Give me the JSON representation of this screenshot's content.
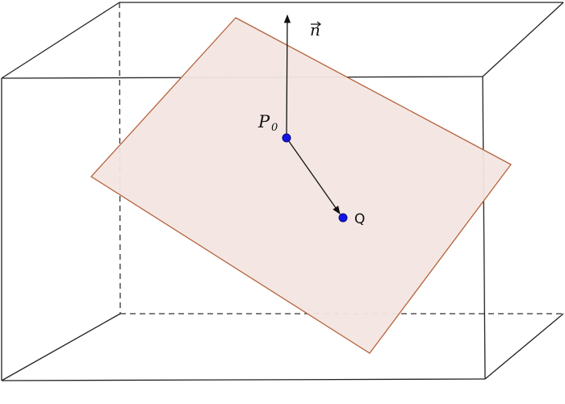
{
  "labels": {
    "normal_symbol": "n",
    "point_p0_letter": "P",
    "point_p0_subscript": "0",
    "point_q": "Q"
  },
  "colors": {
    "plane_fill": "#f3e6e2",
    "plane_stroke": "#b5623c",
    "box_stroke": "#222222",
    "point_fill": "#1414e6",
    "vector_stroke": "#111111"
  }
}
